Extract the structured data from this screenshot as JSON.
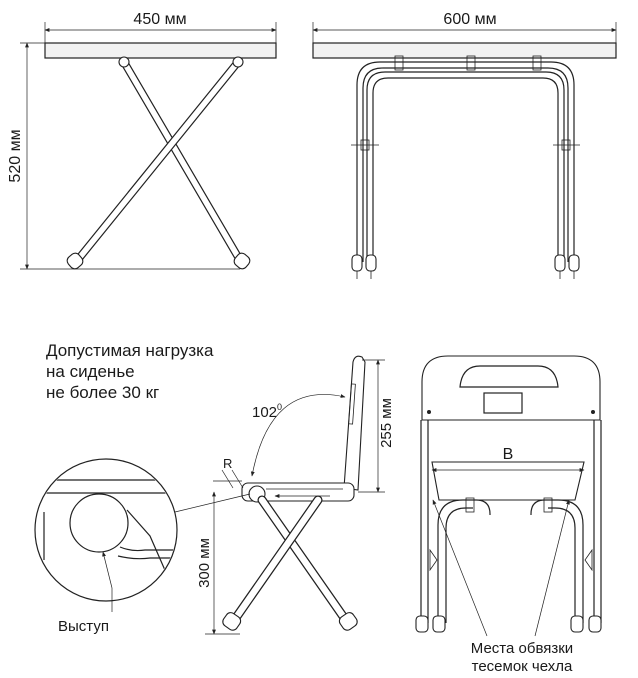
{
  "dimensions": {
    "width_side": "450 мм",
    "width_front": "600 мм",
    "height_table": "520 мм",
    "back_height": "255 мм",
    "seat_height": "300 мм",
    "angle": "102",
    "angle_unit": "0",
    "radius": "R",
    "seat_width": "B"
  },
  "notes": {
    "load_line1": "Допустимая нагрузка",
    "load_line2": "на сиденье",
    "load_line3": "не более 30 кг",
    "protrusion": "Выступ",
    "tie_line1": "Места обвязки",
    "tie_line2": "тесемок чехла"
  }
}
